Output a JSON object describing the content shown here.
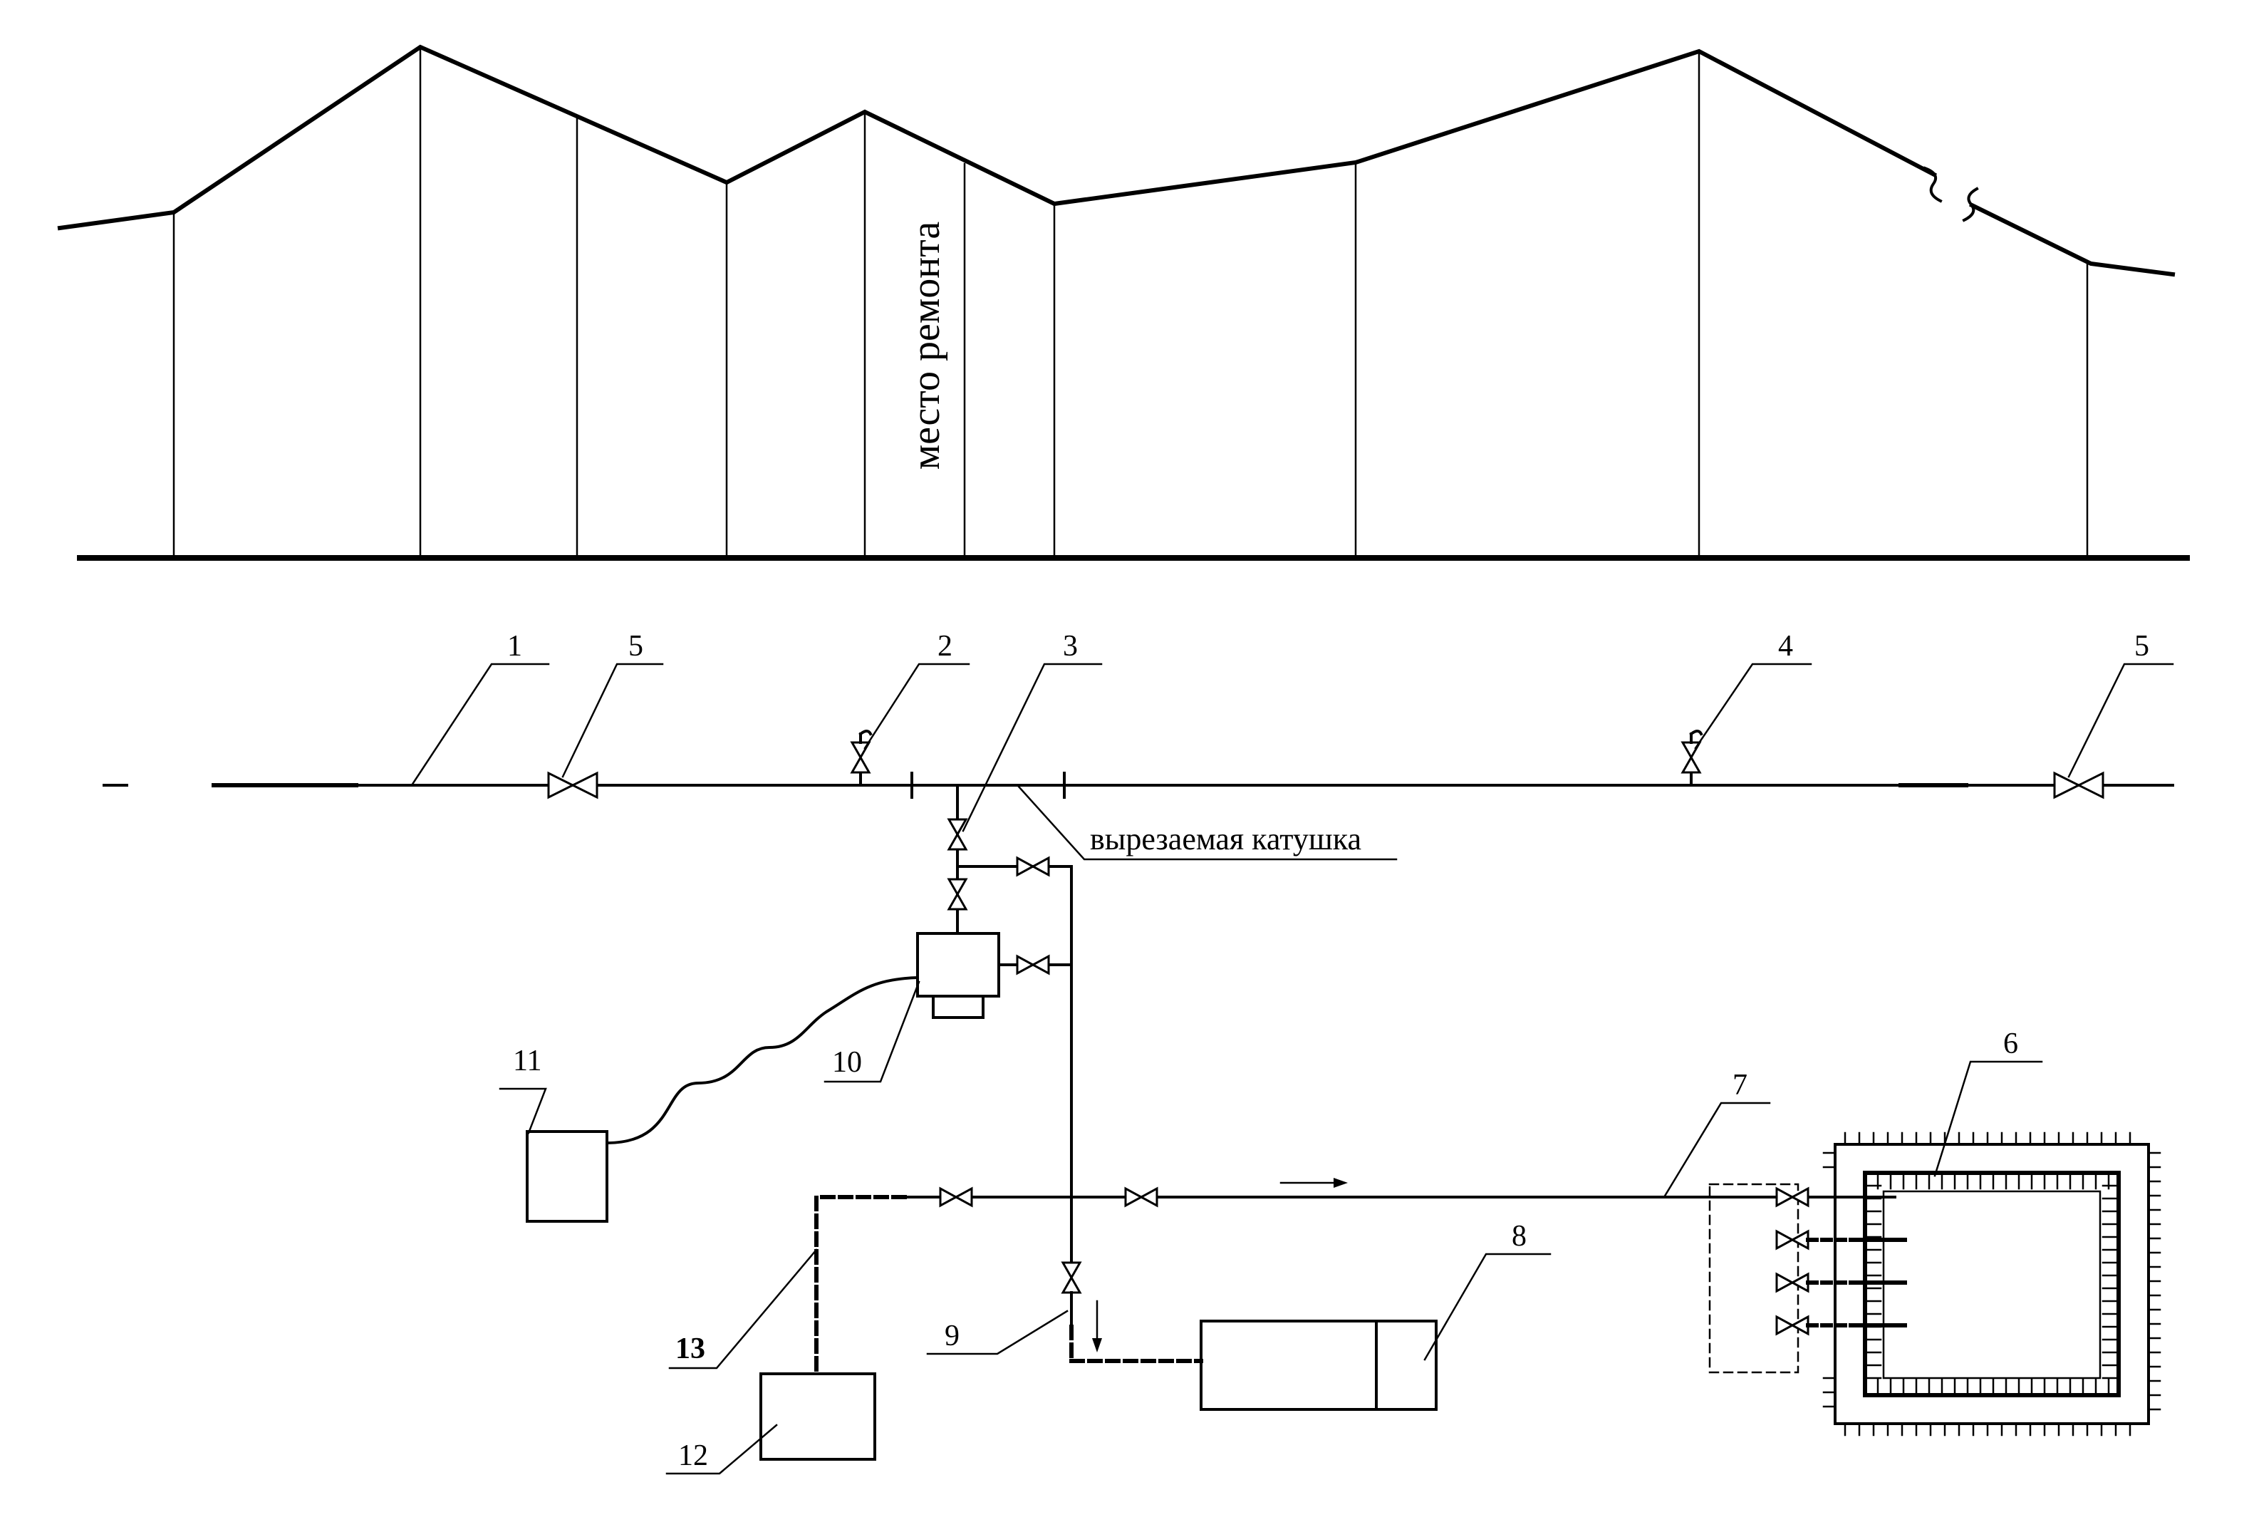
{
  "diagram": {
    "repair_site_label": "место ремонта",
    "cut_spool_label": "вырезаемая катушка",
    "callouts": {
      "c1": "1",
      "c2": "2",
      "c3": "3",
      "c4": "4",
      "c5_left": "5",
      "c5_right": "5",
      "c6": "6",
      "c7": "7",
      "c8": "8",
      "c9": "9",
      "c10": "10",
      "c11": "11",
      "c12": "12",
      "c13": "13"
    }
  }
}
